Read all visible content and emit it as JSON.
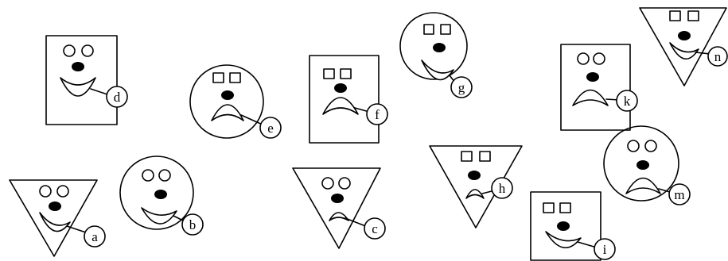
{
  "figures": [
    {
      "label": "d",
      "shape": "square",
      "eyes": "round",
      "mouth": "smile"
    },
    {
      "label": "e",
      "shape": "circle",
      "eyes": "square",
      "mouth": "frown"
    },
    {
      "label": "f",
      "shape": "square",
      "eyes": "square",
      "mouth": "frown"
    },
    {
      "label": "g",
      "shape": "circle",
      "eyes": "square",
      "mouth": "smile"
    },
    {
      "label": "k",
      "shape": "square",
      "eyes": "round",
      "mouth": "frown"
    },
    {
      "label": "n",
      "shape": "triangle",
      "eyes": "square",
      "mouth": "smile"
    },
    {
      "label": "a",
      "shape": "triangle",
      "eyes": "round",
      "mouth": "smile"
    },
    {
      "label": "b",
      "shape": "circle",
      "eyes": "round",
      "mouth": "smile"
    },
    {
      "label": "c",
      "shape": "triangle",
      "eyes": "round",
      "mouth": "frown"
    },
    {
      "label": "h",
      "shape": "triangle",
      "eyes": "square",
      "mouth": "frown"
    },
    {
      "label": "m",
      "shape": "circle",
      "eyes": "round",
      "mouth": "frown"
    },
    {
      "label": "i",
      "shape": "square",
      "eyes": "square",
      "mouth": "smile"
    }
  ]
}
